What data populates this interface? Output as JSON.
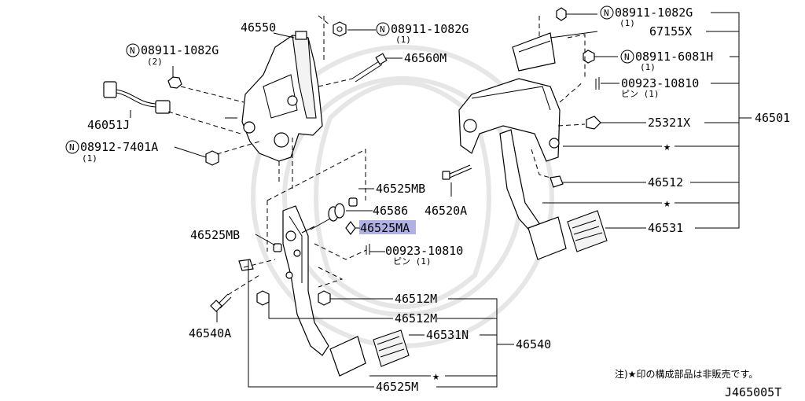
{
  "highlight_color": "#6f6fd0",
  "labels": {
    "p46550": "46550",
    "p46560M": "46560M",
    "p46051J": "46051J",
    "p46525MB_right": "46525MB",
    "p46586": "46586",
    "p46525MA": "46525MA",
    "p46525MB_left": "46525MB",
    "p46520A": "46520A",
    "p46540A": "46540A",
    "p46512M_1": "46512M",
    "p46512M_2": "46512M",
    "p46531N": "46531N",
    "p46540": "46540",
    "p46525M": "46525M",
    "p67155X": "67155X",
    "p25321X": "25321X",
    "p46512": "46512",
    "p46531": "46531",
    "p46501": "46501",
    "pin_right": "00923-10810",
    "pin_right_sub": "ピン (1)",
    "pin_mid": "00923-10810",
    "pin_mid_sub": "ピン (1)",
    "nut_tl": "08911-1082G",
    "nut_tl_qty": "(2)",
    "nut_top": "08911-1082G",
    "nut_top_qty": "(1)",
    "nut_l": "08912-7401A",
    "nut_l_qty": "(1)",
    "nut_tr": "08911-1082G",
    "nut_tr_qty": "(1)",
    "nut_r2": "08911-6081H",
    "nut_r2_qty": "(1)",
    "n_symbol": "N",
    "star": "★",
    "note": "注)★印の構成部品は非販売です。",
    "figure_code": "J465005T"
  }
}
